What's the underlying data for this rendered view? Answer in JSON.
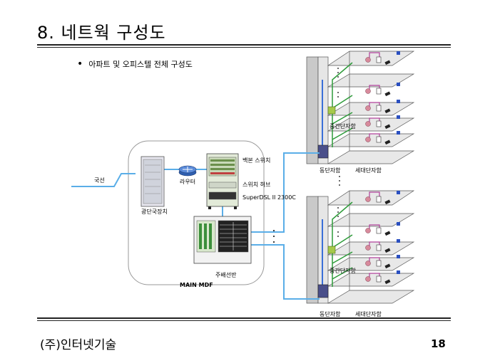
{
  "slide": {
    "title": "8. 네트웍 구성도",
    "bullet": "아파트 및 오피스텔 전체 구성도",
    "company": "(주)인터넷기술",
    "page": "18"
  },
  "diagram": {
    "external_line": "국선",
    "exchange": "광단국장치",
    "router": "라우터",
    "backbone_switch": "백본 스위치",
    "switch_hub": "스위치 허브",
    "model": "SuperDSL II 2300C",
    "main_panel": "주배선반",
    "mdf": "MAIN MDF",
    "mid_box": "중간단자함",
    "building_box": "동단자함",
    "unit_box": "세대단자함"
  },
  "colors": {
    "cable_blue": "#5aaee8",
    "green": "#2e9b3a",
    "magenta": "#b0429a",
    "floor_gray": "#d9d9d9"
  }
}
